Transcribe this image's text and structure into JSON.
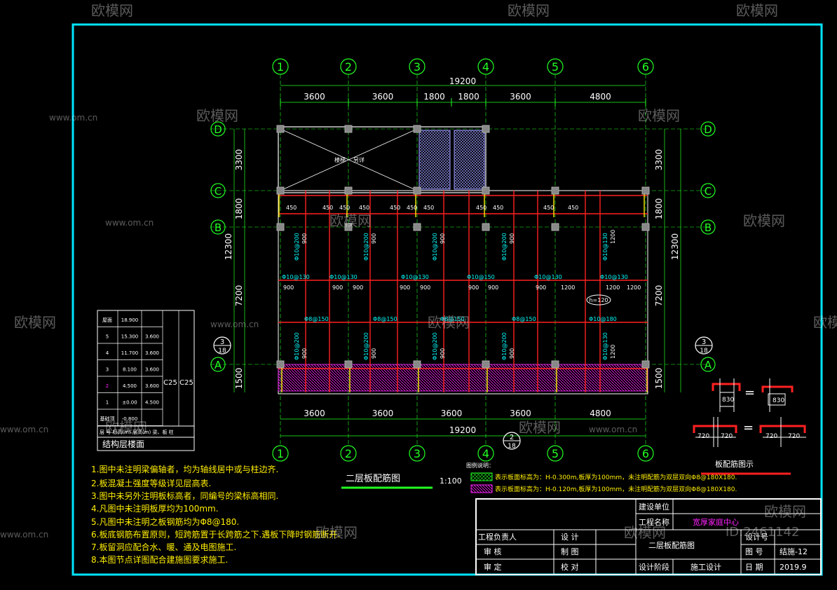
{
  "watermark": {
    "brand": "欧模网",
    "url": "www.om.cn",
    "id_text": "ID:2461142"
  },
  "colors": {
    "frame": "#00e5ff",
    "axis": "#22ff22",
    "dim": "#22ff22",
    "beam": "#ff2020",
    "rebar": "#ffee00",
    "tag": "#00ffff",
    "column": "#aaaaaa",
    "title_magenta": "#ff22ff"
  },
  "axes": {
    "vertical": [
      "1",
      "2",
      "3",
      "4",
      "5",
      "6"
    ],
    "horizontal": [
      "D",
      "C",
      "B",
      "A"
    ]
  },
  "dims": {
    "top_total": "19200",
    "top_spans": [
      "3600",
      "3600",
      "1800",
      "1800",
      "3600",
      "4800"
    ],
    "bottom_spans": [
      "3600",
      "3600",
      "3600",
      "3600",
      "4800"
    ],
    "bottom_total": "19200",
    "left_spans": [
      "3300",
      "1800",
      "7200",
      "1500"
    ],
    "left_total": "12300",
    "right_spans": [
      "3300",
      "1800",
      "7200",
      "1500"
    ],
    "right_total": "12300"
  },
  "void_label": [
    "楼梯",
    "另详"
  ],
  "thickness_tag": "h=120",
  "section_marks": [
    {
      "num": "3",
      "sheet": "18"
    },
    {
      "num": "3",
      "sheet": "18"
    },
    {
      "num": "2",
      "sheet": "18"
    }
  ],
  "rebar_labels": {
    "row1_top": [
      "450",
      "450",
      "450",
      "450",
      "450",
      "450",
      "450",
      "450",
      "450",
      "450",
      "450"
    ],
    "row2_top": [
      "Φ10@130",
      "Φ10@130",
      "Φ10@130",
      "Φ10@150",
      "Φ10@130",
      "Φ10@130"
    ],
    "row2_bot": [
      "900",
      "900",
      "900",
      "900",
      "900",
      "900",
      "900",
      "900",
      "1200",
      "1200",
      "1200"
    ],
    "mid_span": [
      "Φ8@150",
      "Φ8@150",
      "Φ8@150",
      "Φ8@150",
      "Φ10@180"
    ],
    "vertical_top": [
      "Φ10@200",
      "Φ10@200",
      "Φ10@200",
      "Φ10@200",
      "Φ10@130"
    ],
    "vertical_top_len": [
      "900",
      "900",
      "900",
      "900",
      "1200"
    ],
    "vertical_bot": [
      "Φ10@200",
      "Φ10@200",
      "Φ10@200",
      "Φ10@200",
      "Φ10@130"
    ],
    "vertical_bot_len": [
      "900",
      "900",
      "900",
      "900",
      "1200"
    ]
  },
  "floor_table": {
    "rows": [
      {
        "floor": "屋面",
        "elev": "18.900",
        "height": ""
      },
      {
        "floor": "5",
        "elev": "15.300",
        "height": "3.600"
      },
      {
        "floor": "4",
        "elev": "11.700",
        "height": "3.600"
      },
      {
        "floor": "3",
        "elev": "8.100",
        "height": "3.600"
      },
      {
        "floor": "2",
        "elev": "4.500",
        "height": "3.600"
      },
      {
        "floor": "1",
        "elev": "±0.00",
        "height": "4.500"
      },
      {
        "floor": "基础顶",
        "elev": "-0.800",
        "height": ""
      }
    ],
    "concrete": [
      "C25",
      "C25"
    ],
    "header": "层 号 标高(m) 层高(m) 梁、板 柱",
    "title": "结构层楼面"
  },
  "notes": [
    "1.图中未注明梁偏轴者，均为轴线居中或与柱边齐.",
    "2.板混凝土强度等级详见层高表.",
    "3.图中未另外注明板标高者，同编号的梁标高相同.",
    "4.凡图中未注明板厚均为100mm.",
    "5.凡图中未注明之板钢筋均为Φ8@180.",
    "6.板底钢筋布置原则，短跨筋置于长跨筋之下.遇板下降时钢筋断开.",
    "7.板留洞应配合水、暖、通及电图施工.",
    "8.本图节点详图配合建施图要求施工."
  ],
  "drawing_title": "二层板配筋图",
  "drawing_scale": "1:100",
  "legend": {
    "heading": "图例说明：",
    "item1": "表示板面标高为：H-0.300m,板厚为100mm，未注明配筋为双层双向Φ8@180X180.",
    "item2": "表示板面标高为：H-0.120m,板厚为100mm，未注明配筋为双层双向Φ8@180X180."
  },
  "detail": {
    "dim1": "830",
    "dim2": "830",
    "dim3": [
      "720",
      "720"
    ],
    "dim4": [
      "720",
      "720"
    ],
    "eq": "=",
    "caption": "板配筋图示"
  },
  "title_block": {
    "build_unit_label": "建设单位",
    "project_name_label": "工程名称",
    "project_name": "宽厚家庭中心",
    "person_in_charge": "工程负责人",
    "review": "审 核",
    "approve": "审 定",
    "design": "设 计",
    "draw": "制 图",
    "check": "校 对",
    "sheet_title": "二层板配筋图",
    "design_stage_label": "设计阶段",
    "design_stage": "施工设计",
    "design_no_label": "设计号",
    "drawing_no_label": "图 号",
    "drawing_no": "结施-12",
    "date_label": "日 期",
    "date": "2019.9"
  }
}
